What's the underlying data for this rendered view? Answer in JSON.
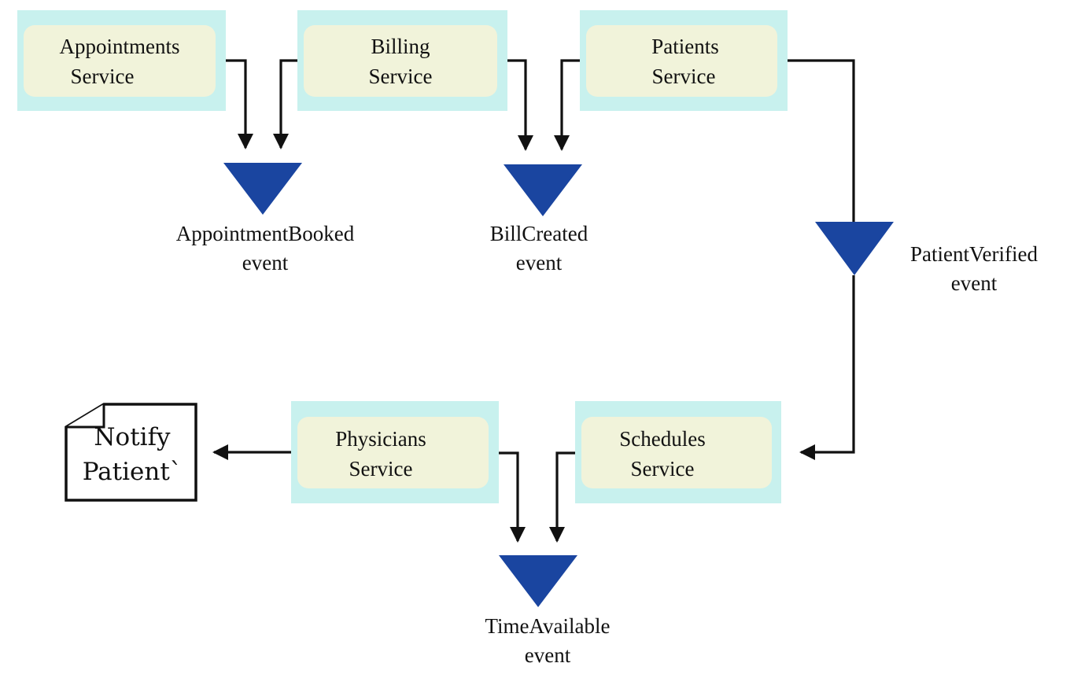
{
  "colors": {
    "service_outer": "#c8f1ee",
    "service_inner": "#f1f3da",
    "event_fill": "#1a45a0",
    "line": "#111111",
    "note_border": "#111111"
  },
  "services": {
    "appointments": {
      "line1": "Appointments",
      "line2": "Service"
    },
    "billing": {
      "line1": "Billing",
      "line2": "Service"
    },
    "patients": {
      "line1": "Patients",
      "line2": "Service"
    },
    "physicians": {
      "line1": "Physicians",
      "line2": "Service"
    },
    "schedules": {
      "line1": "Schedules",
      "line2": "Service"
    }
  },
  "events": {
    "appointment_booked": {
      "line1": "AppointmentBooked",
      "line2": "event"
    },
    "bill_created": {
      "line1": "BillCreated",
      "line2": "event"
    },
    "patient_verified": {
      "line1": "PatientVerified",
      "line2": "event"
    },
    "time_available": {
      "line1": "TimeAvailable",
      "line2": "event"
    }
  },
  "note": {
    "line1": "Notify",
    "line2": "Patient`"
  }
}
